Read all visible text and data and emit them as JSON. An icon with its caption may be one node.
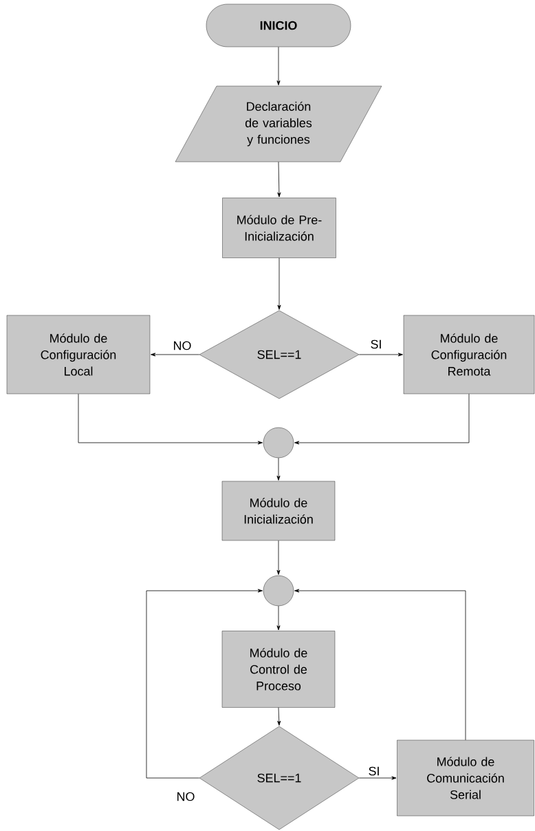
{
  "diagram": {
    "nodes": [
      {
        "text": [
          "**INICIO**"
        ]
      },
      {
        "text": [
          "Declaración de variables y funciones"
        ]
      },
      {
        "text": [
          "Módulo de Pre-Inicialización"
        ]
      },
      {
        "text": [
          "SEL==1"
        ]
      },
      {
        "text": [
          "Módulo de Configuración Local"
        ]
      },
      {
        "text": [
          "Módulo de Configuración Remota"
        ]
      },
      {
        "text": [],
        "shape": "circle"
      },
      {
        "text": [
          "Módulo de Inicialización"
        ]
      },
      {
        "text": [],
        "shape": "circle"
      },
      {
        "text": [
          "Módulo de Control de Proceso"
        ]
      },
      {
        "text": [
          "SEL==1"
        ]
      },
      {
        "text": [
          "Módulo de Comunicación Serial"
        ]
      }
    ],
    "edges": [
      {
        "from": 0,
        "to": 1,
        "arrow": "to"
      },
      {
        "from": 1,
        "to": 2,
        "arrow": "to"
      },
      {
        "from": 2,
        "to": 3,
        "arrow": "to"
      },
      {
        "from": 3,
        "to": 4,
        "arrow": "to",
        "label": "NO"
      },
      {
        "from": 3,
        "to": 5,
        "arrow": "to",
        "label": "SI"
      },
      {
        "from": 4,
        "to": 6,
        "arrow": "to"
      },
      {
        "from": 5,
        "to": 6,
        "arrow": "to"
      },
      {
        "from": 6,
        "to": 7,
        "arrow": "to"
      },
      {
        "from": 7,
        "to": 8,
        "arrow": "to"
      },
      {
        "from": 8,
        "to": 9,
        "arrow": "to"
      },
      {
        "from": 9,
        "to": 10,
        "arrow": "to"
      },
      {
        "from": 10,
        "to": 8,
        "arrow": "to",
        "label": "NO"
      },
      {
        "from": 10,
        "to": 11,
        "arrow": "to",
        "label": "SI"
      },
      {
        "from": 11,
        "to": 8,
        "arrow": "to"
      }
    ]
  }
}
